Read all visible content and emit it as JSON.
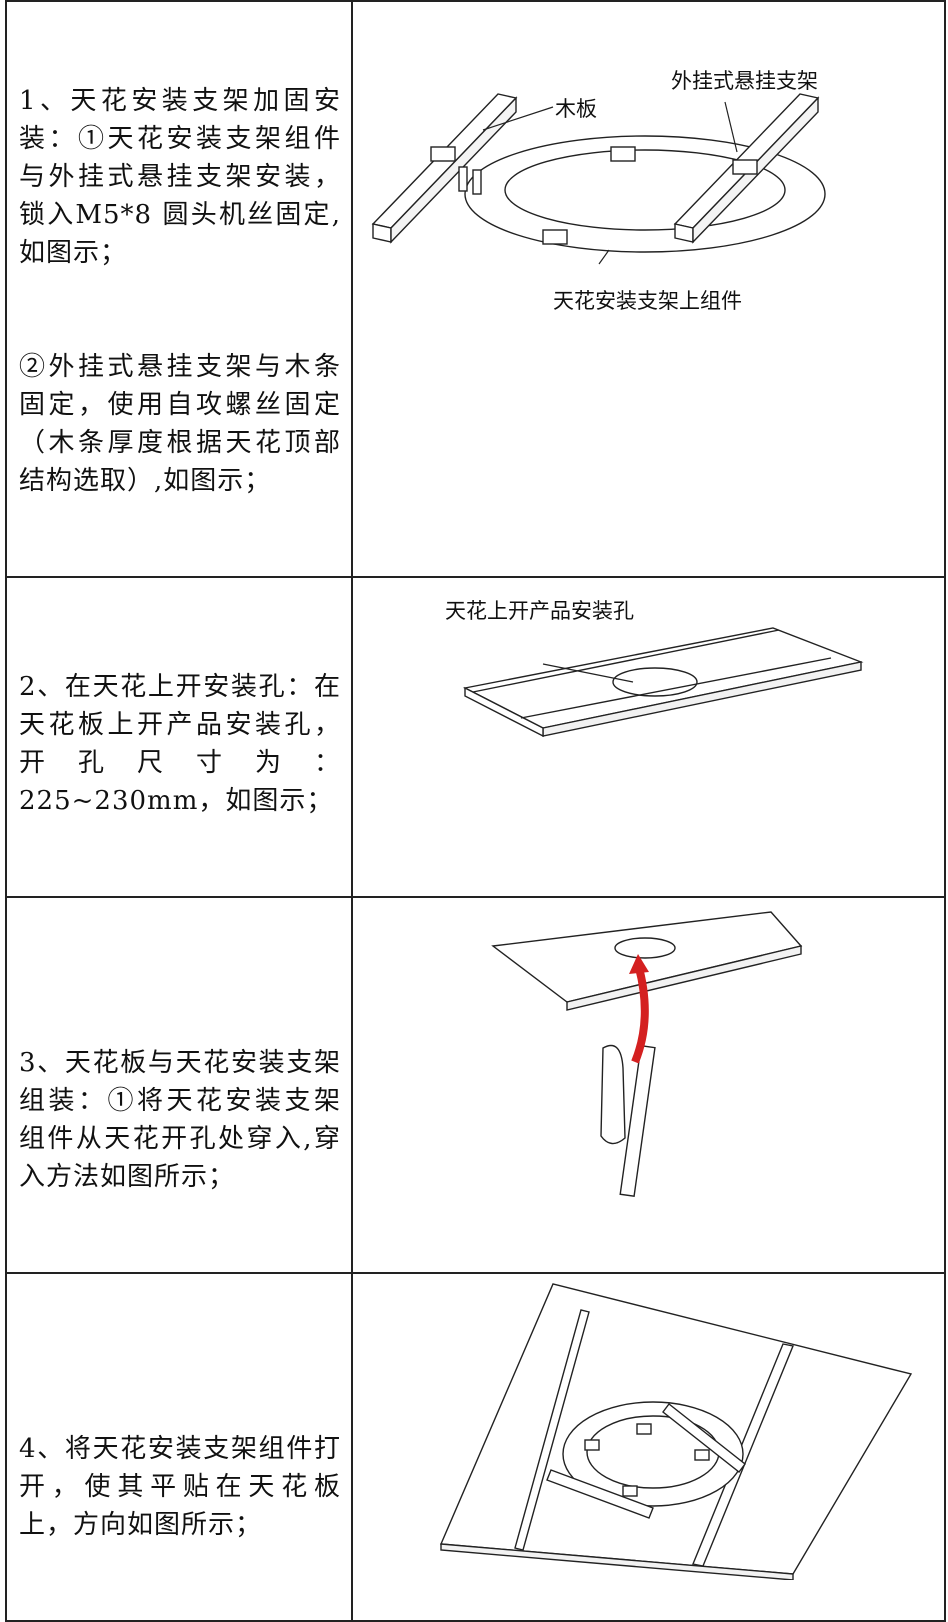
{
  "rows": [
    {
      "step_text_1": "1、天花安装支架加固安装：①天花安装支架组件与外挂式悬挂支架安装，锁入M5*8 圆头机丝固定,如图示；",
      "step_text_2": "②外挂式悬挂支架与木条固定，使用自攻螺丝固定（木条厚度根据天花顶部结构选取）,如图示；",
      "labels": {
        "wood_board": "木板",
        "hanging_bracket": "外挂式悬挂支架",
        "upper_assembly": "天花安装支架上组件"
      }
    },
    {
      "step_text": "2、在天花上开安装孔：在天花板上开产品安装孔，开孔尺寸为：225~230mm，如图示；",
      "labels": {
        "install_hole": "天花上开产品安装孔"
      }
    },
    {
      "step_text": "3、天花板与天花安装支架组装：①将天花安装支架组件从天花开孔处穿入,穿入方法如图所示；"
    },
    {
      "step_text": "4、将天花安装支架组件打开，使其平贴在天花板上，方向如图所示；"
    }
  ],
  "colors": {
    "arrow_red": "#d42020",
    "line": "#222222"
  }
}
